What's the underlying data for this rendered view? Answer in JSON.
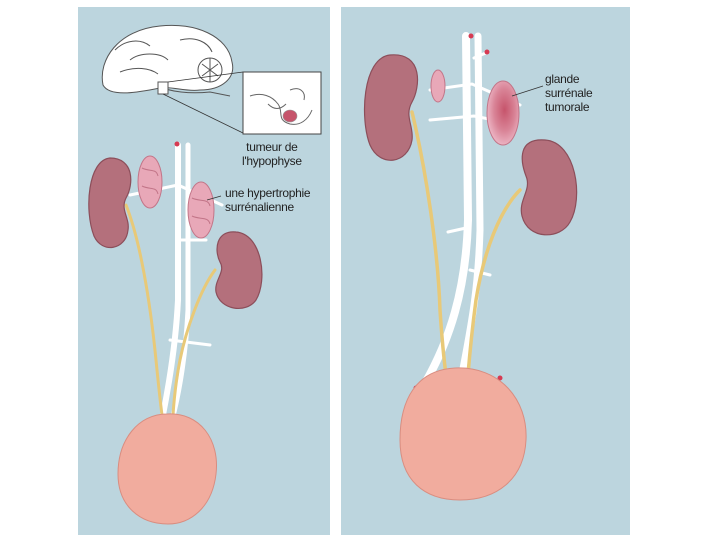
{
  "labels": {
    "pituitary_tumor": [
      "tumeur de",
      "l'hypophyse"
    ],
    "adrenal_hypertrophy": [
      "une hypertrophie",
      "surrénalienne"
    ],
    "adrenal_tumor": [
      "glande",
      "surrénale",
      "tumorale"
    ]
  },
  "colors": {
    "background": "#bcd5de",
    "kidney": "#b4707c",
    "bladder": "#f1ac9e",
    "ureter": "#e8c978",
    "vessel": "#ffffff",
    "adrenal": "#e8a8b8",
    "tumor": "#c6546b"
  }
}
